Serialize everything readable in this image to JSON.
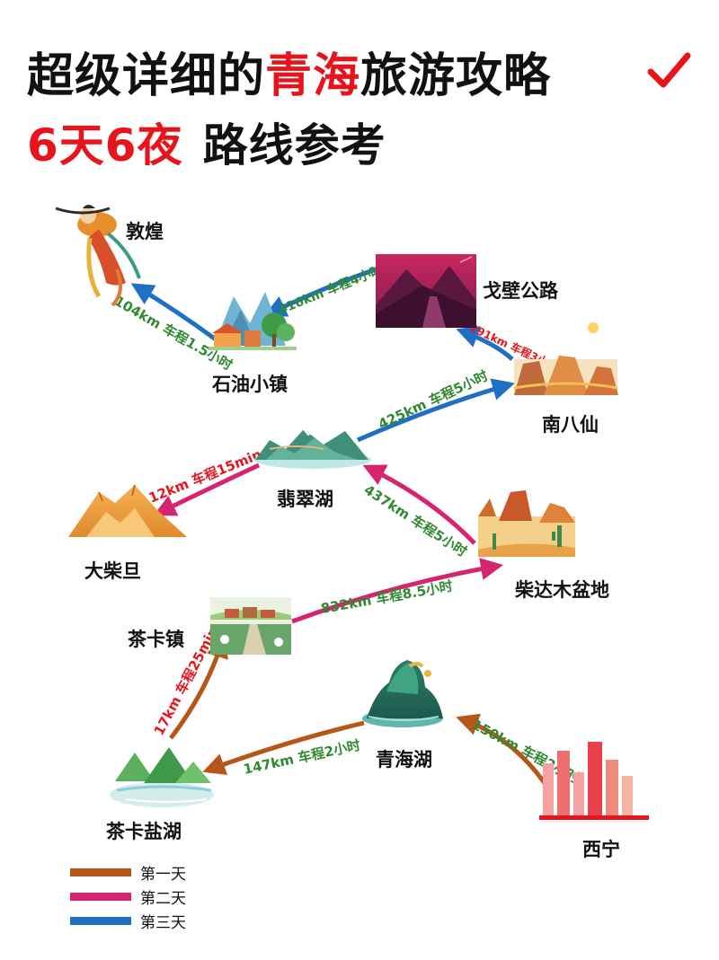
{
  "title": {
    "line1_part1": "超级详细的",
    "line1_highlight": "青海",
    "line1_part2": "旅游攻略",
    "check_color": "#e8141b",
    "line2_highlight": "6天6夜",
    "line2_rest": "路线参考"
  },
  "colors": {
    "day1": "#b5561a",
    "day2": "#d6246e",
    "day3": "#1f6fc4",
    "route_label": "#2f8a2f",
    "accent_red": "#e8141b"
  },
  "places": {
    "dunhuang": "敦煌",
    "gobi_road": "戈壁公路",
    "shiyou_town": "石油小镇",
    "nanbaxian": "南八仙",
    "feicui_lake": "翡翠湖",
    "dachaidan": "大柴旦",
    "qaidam_basin": "柴达木盆地",
    "chaka_town": "茶卡镇",
    "qinghai_lake": "青海湖",
    "chaka_salt_lake": "茶卡盐湖",
    "xining": "西宁"
  },
  "routes": {
    "xining_qinghailake": "150km 车程2小时",
    "qinghailake_saltlake": "147km 车程2小时",
    "saltlake_chakatown": "17km 车程25min",
    "chakatown_qaidam": "832km 车程8.5小时",
    "qaidam_feicui": "437km 车程5小时",
    "feicui_dachaidan": "12km 车程15min",
    "feicui_nanbaxian": "425km 车程5小时",
    "nanbaxian_gobi": "291km 车程3小时",
    "gobi_shiyou": "416km 车程4小时",
    "shiyou_dunhuang": "104km 车程1.5小时"
  },
  "legend": [
    {
      "label": "第一天",
      "color": "#b5561a"
    },
    {
      "label": "第二天",
      "color": "#d6246e"
    },
    {
      "label": "第三天",
      "color": "#1f6fc4"
    }
  ]
}
